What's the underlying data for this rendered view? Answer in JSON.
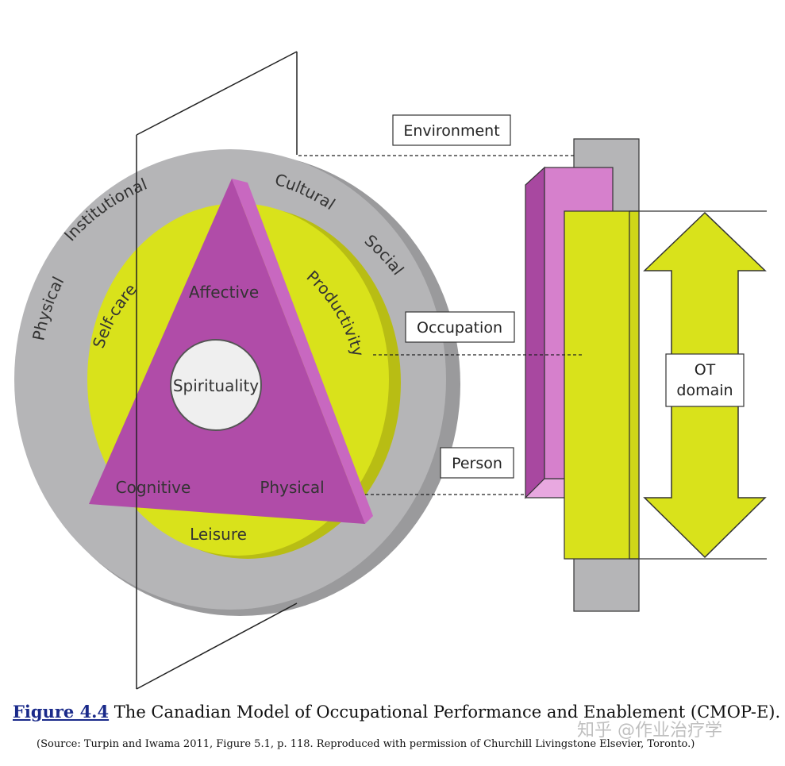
{
  "colors": {
    "environment_grey": "#b5b5b7",
    "occupation_yellow": "#d9e21b",
    "person_magenta": "#b04ca8",
    "spirituality_fill": "#efefef"
  },
  "diagram": {
    "environment_labels": [
      "Institutional",
      "Cultural",
      "Social",
      "Physical"
    ],
    "occupation_labels": [
      "Self-care",
      "Productivity",
      "Leisure"
    ],
    "person_labels": [
      "Affective",
      "Cognitive",
      "Physical"
    ],
    "center_label": "Spirituality",
    "side_boxes": {
      "environment": "Environment",
      "occupation": "Occupation",
      "person": "Person",
      "ot_domain": [
        "OT",
        "domain"
      ]
    }
  },
  "caption": {
    "figure_ref": "Figure 4.4",
    "title": " The Canadian Model of Occupational Performance and Enablement (CMOP-E).",
    "source": "(Source: Turpin and Iwama 2011, Figure 5.1, p. 118. Reproduced with permission of Churchill Livingstone Elsevier, Toronto.)"
  },
  "watermark": "知乎 @作业治疗学"
}
